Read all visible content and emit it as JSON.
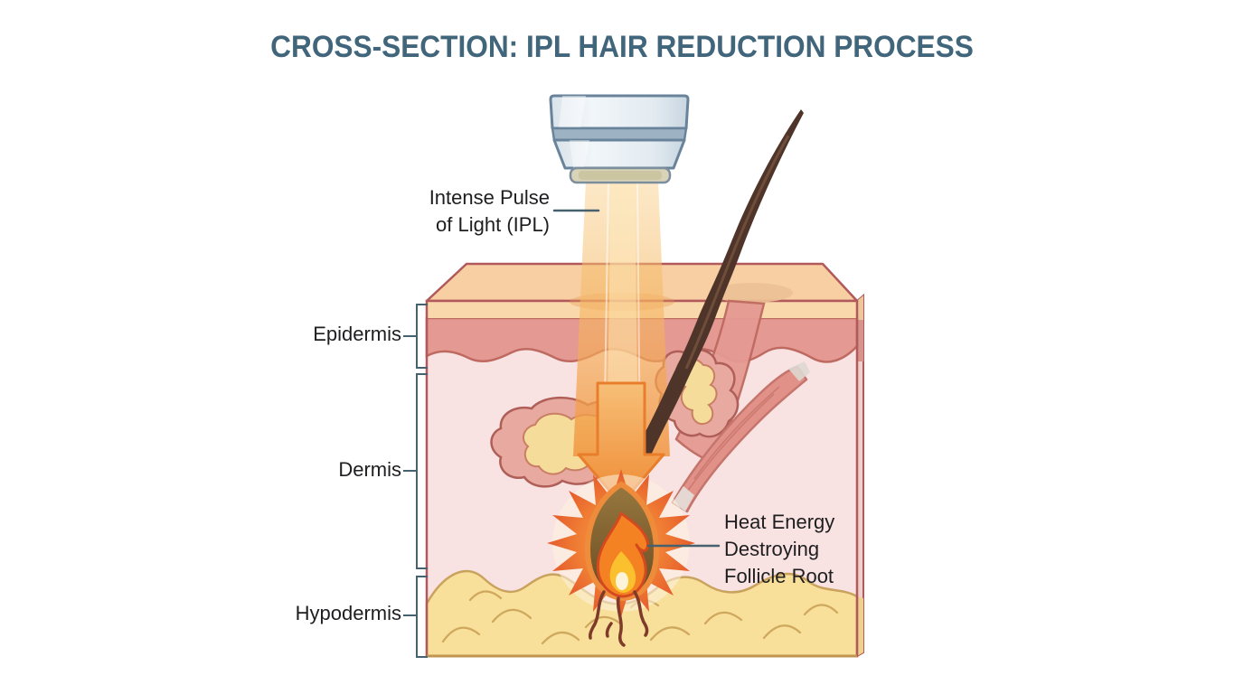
{
  "title": "CROSS-SECTION: IPL HAIR REDUCTION PROCESS",
  "labels": {
    "ipl": {
      "line1": "Intense Pulse",
      "line2": "of Light (IPL)"
    },
    "epidermis": "Epidermis",
    "dermis": "Dermis",
    "hypodermis": "Hypodermis",
    "heat": {
      "line1": "Heat Energy",
      "line2": "Destroying",
      "line3": "Follicle Root"
    }
  },
  "colors": {
    "title_text": "#41667c",
    "label_text": "#1e1e20",
    "leader_line": "#46626f",
    "bracket": "#46626f",
    "device_body": "#e6edf2",
    "device_band": "#9db2c3",
    "light_beam": "#f4a74e",
    "heat_arrow": "#ee8a33",
    "burst_outer": "#e3542a",
    "burst_inner": "#f59b3f",
    "flame": "#f58222",
    "flame_core": "#fdf3d8",
    "skin_top_face": "#f7cfa2",
    "stratum_band": "#f9d9ac",
    "epidermis_layer": "#e49a92",
    "dermis_layer": "#f8e2e2",
    "hypodermis_layer": "#f8df9a",
    "fat_outline": "#cfa85e",
    "hair": "#4f3529",
    "sebaceous_gland": "#f6dc9a",
    "arrector_pili_muscle": "#e29188"
  },
  "diagram_parts": [
    {
      "name": "ipl-handpiece",
      "color": "#e6edf2"
    },
    {
      "name": "light-beam",
      "color": "#f4a74e"
    },
    {
      "name": "hair-shaft",
      "color": "#4f3529"
    },
    {
      "name": "heat-arrow",
      "color": "#ee8a33"
    },
    {
      "name": "heat-starburst",
      "color": "#e3542a"
    },
    {
      "name": "follicle-flame",
      "color": "#f58222"
    },
    {
      "name": "sebaceous-gland",
      "color": "#f6dc9a"
    },
    {
      "name": "arrector-pili-muscle",
      "color": "#e29188"
    },
    {
      "name": "epidermis-layer",
      "color": "#e49a92"
    },
    {
      "name": "dermis-layer",
      "color": "#f8e2e2"
    },
    {
      "name": "hypodermis-layer",
      "color": "#f8df9a"
    }
  ]
}
